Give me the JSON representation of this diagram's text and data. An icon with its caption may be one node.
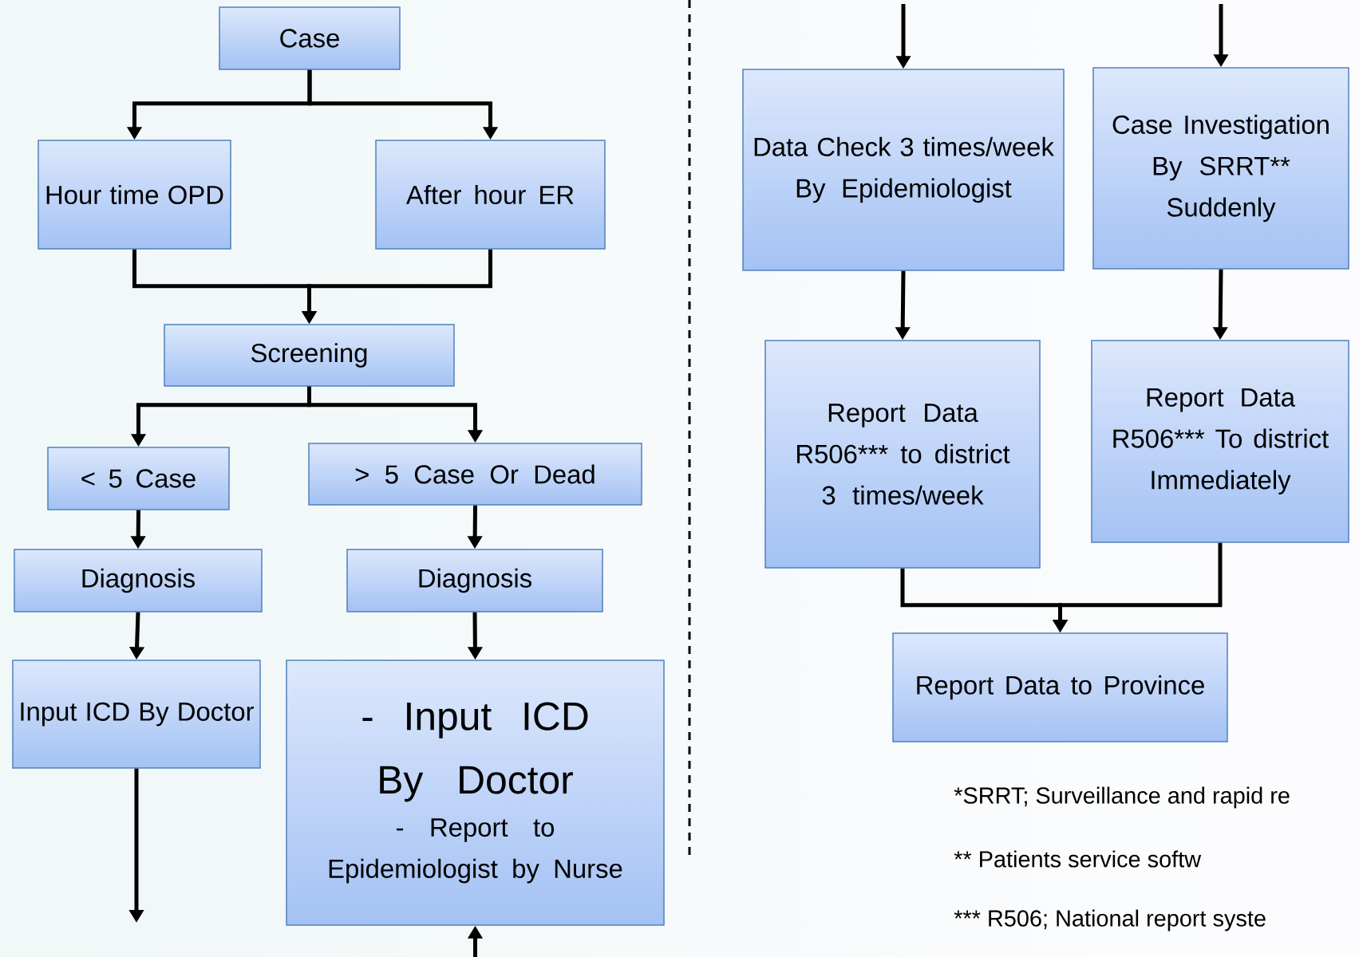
{
  "diagram": {
    "nodes": [
      {
        "text": [
          "Case"
        ]
      },
      {
        "text": [
          "Hour time OPD"
        ]
      },
      {
        "text": [
          "After hour ER"
        ]
      },
      {
        "text": [
          "Screening"
        ]
      },
      {
        "text": [
          "< 5 Case"
        ]
      },
      {
        "text": [
          "> 5 Case Or Dead"
        ]
      },
      {
        "text": [
          "Diagnosis"
        ]
      },
      {
        "text": [
          "Diagnosis"
        ]
      },
      {
        "text": [
          "Input ICD By Doctor"
        ]
      },
      {
        "text": [
          "- Input ICD By Doctor",
          "- Report to Epidemiologist by Nurse"
        ]
      },
      {
        "text": [
          "Data Check 3 times/week By Epidemiologist"
        ]
      },
      {
        "text": [
          "Case Investigation By SRRT** Suddenly"
        ]
      },
      {
        "text": [
          "Report Data R506*** to district 3 times/week"
        ]
      },
      {
        "text": [
          "Report Data R506*** To district Immediately"
        ]
      },
      {
        "text": [
          "Report Data to Province"
        ]
      }
    ],
    "edges": [
      {
        "from": 0,
        "to": 1,
        "arrow": "to"
      },
      {
        "from": 0,
        "to": 2,
        "arrow": "to"
      },
      {
        "from": 1,
        "to": 3,
        "arrow": "to"
      },
      {
        "from": 2,
        "to": 3,
        "arrow": "to"
      },
      {
        "from": 3,
        "to": 4,
        "arrow": "to"
      },
      {
        "from": 3,
        "to": 5,
        "arrow": "to"
      },
      {
        "from": 4,
        "to": 6,
        "arrow": "to"
      },
      {
        "from": 5,
        "to": 7,
        "arrow": "to"
      },
      {
        "from": 6,
        "to": 8,
        "arrow": "to"
      },
      {
        "from": 7,
        "to": 9,
        "arrow": "to"
      },
      {
        "from": 8,
        "to": null,
        "arrow": "to"
      },
      {
        "from": null,
        "to": 9,
        "arrow": "to"
      },
      {
        "from": null,
        "to": 10,
        "arrow": "to"
      },
      {
        "from": null,
        "to": 11,
        "arrow": "to"
      },
      {
        "from": 10,
        "to": 12,
        "arrow": "to"
      },
      {
        "from": 11,
        "to": 13,
        "arrow": "to"
      },
      {
        "from": 12,
        "to": 14,
        "arrow": "to"
      },
      {
        "from": 13,
        "to": 14,
        "arrow": "to"
      }
    ],
    "labels": [
      "*SRRT; Surveillance and rapid re",
      "** Patients service softw",
      "*** R506; National report syste"
    ]
  }
}
